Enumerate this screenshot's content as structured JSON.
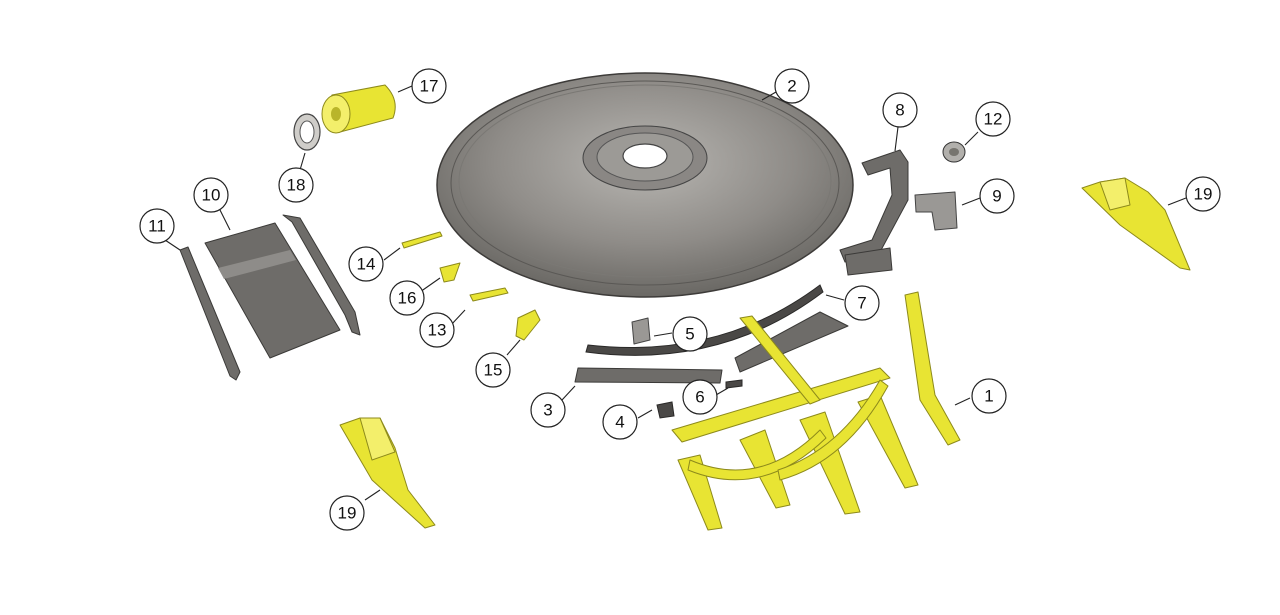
{
  "callouts": [
    {
      "id": "c1",
      "label": "1"
    },
    {
      "id": "c2",
      "label": "2"
    },
    {
      "id": "c3",
      "label": "3"
    },
    {
      "id": "c4",
      "label": "4"
    },
    {
      "id": "c5",
      "label": "5"
    },
    {
      "id": "c6",
      "label": "6"
    },
    {
      "id": "c7",
      "label": "7"
    },
    {
      "id": "c8",
      "label": "8"
    },
    {
      "id": "c9",
      "label": "9"
    },
    {
      "id": "c10",
      "label": "10"
    },
    {
      "id": "c11",
      "label": "11"
    },
    {
      "id": "c12",
      "label": "12"
    },
    {
      "id": "c13",
      "label": "13"
    },
    {
      "id": "c14",
      "label": "14"
    },
    {
      "id": "c15",
      "label": "15"
    },
    {
      "id": "c16",
      "label": "16"
    },
    {
      "id": "c17",
      "label": "17"
    },
    {
      "id": "c18",
      "label": "18"
    },
    {
      "id": "c19a",
      "label": "19"
    },
    {
      "id": "c19b",
      "label": "19"
    }
  ],
  "colors": {
    "part_yellow": "#e8e433",
    "part_gray": "#6e6c69",
    "disc_gray": "#8a8784",
    "line": "#222222"
  }
}
